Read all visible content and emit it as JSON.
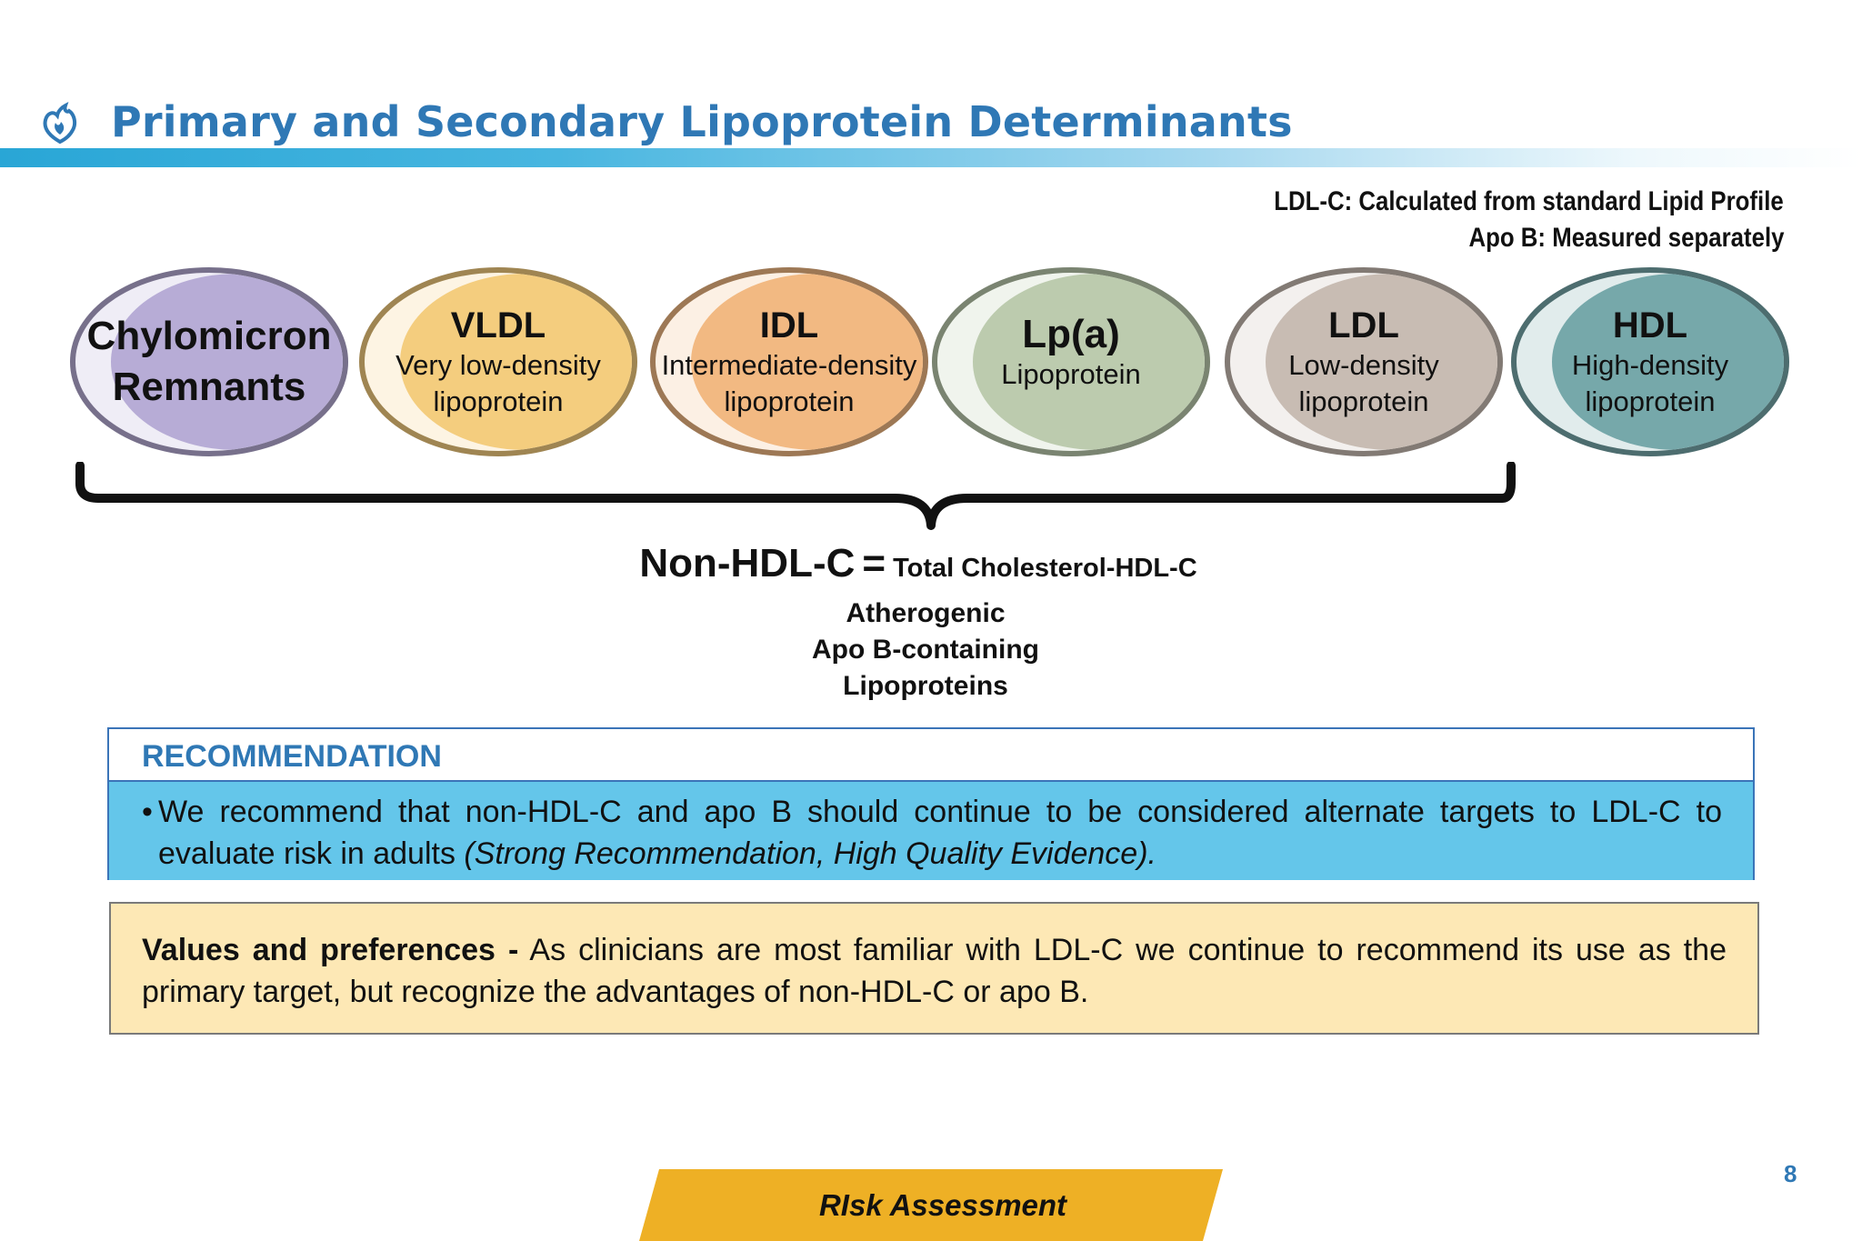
{
  "header": {
    "title": "Primary and Secondary Lipoprotein Determinants",
    "icon": "fire-heart-logo-icon",
    "accent": "#2f78b5"
  },
  "notes": {
    "ldl_c": "LDL-C: Calculated from standard Lipid Profile",
    "apo_b": "Apo B: Measured separately"
  },
  "lipoproteins": [
    {
      "abbr": "Chylomicron",
      "full": "Remnants",
      "color": "#b7acd6"
    },
    {
      "abbr": "VLDL",
      "full": "Very low-density",
      "full2": "lipoprotein",
      "color": "#f4cd7e"
    },
    {
      "abbr": "IDL",
      "full": "Intermediate-density",
      "full2": "lipoprotein",
      "color": "#f2b982"
    },
    {
      "abbr": "Lp(a)",
      "full": "Lipoprotein",
      "color": "#bccbae"
    },
    {
      "abbr": "LDL",
      "full": "Low-density",
      "full2": "lipoprotein",
      "color": "#c8bcb3"
    },
    {
      "abbr": "HDL",
      "full": "High-density",
      "full2": "lipoprotein",
      "color": "#76a8aa"
    }
  ],
  "formula": {
    "lhs": "Non-HDL-C",
    "eq": "=",
    "rhs": "Total Cholesterol-HDL-C"
  },
  "atherogenic": {
    "line1": "Atherogenic",
    "line2": "Apo B-containing",
    "line3": "Lipoproteins"
  },
  "recommendation": {
    "heading": "RECOMMENDATION",
    "bullet": "•",
    "text": "We recommend that non-HDL-C and apo B should continue to be considered alternate targets to LDL-C to evaluate risk in adults",
    "evidence": "(Strong Recommendation, High Quality Evidence)."
  },
  "values": {
    "label": "Values and preferences -",
    "text": "As clinicians are most familiar with LDL-C we continue to recommend its use as the primary target, but recognize the advantages of non-HDL-C or apo B."
  },
  "footer": {
    "section": "RIsk Assessment",
    "page_number": "8",
    "tab_color": "#eeb025"
  }
}
